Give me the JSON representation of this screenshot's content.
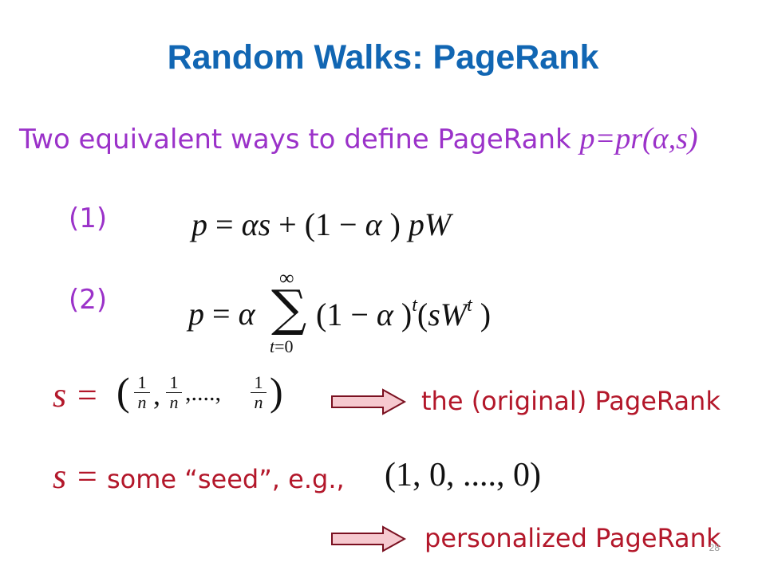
{
  "slide": {
    "title": "Random Walks: PageRank",
    "intro": {
      "text": "Two equivalent ways to define PageRank ",
      "formula": "p=pr(α,s)"
    },
    "definition_1": {
      "label": "(1)",
      "equation_parts": {
        "lhs": "p",
        "rhs_a": "= ",
        "alpha": "α",
        "s": "s",
        "rest": " + (1 − ",
        "alpha2": "α",
        "close": " ) ",
        "pW": "pW"
      }
    },
    "definition_2": {
      "label": "(2)",
      "lhs": "p = ",
      "alpha": "α",
      "sum_upper": "∞",
      "sum_lower_var": "t",
      "sum_lower_rest": "=0",
      "body_open": "(1 − ",
      "body_alpha": "α",
      "body_close": " )",
      "exp_t": "t",
      "term_open": "(",
      "term_sW": "sW",
      "term_exp": "t",
      "term_close": " )"
    },
    "case_uniform": {
      "s_label": "s =",
      "vector": {
        "open": "(",
        "num": "1",
        "den": "n",
        "dots": ",....,",
        "close": ")"
      },
      "result": "the (original) PageRank"
    },
    "case_seed": {
      "s_label": "s =",
      "text": " some “seed”, e.g.,",
      "vector": "(1, 0, ...., 0)",
      "result": "personalized PageRank"
    },
    "page_number": "28"
  },
  "colors": {
    "title": "#1166b3",
    "purple": "#9b32c9",
    "red": "#b3172a",
    "arrow_fill": "#f6c9cf",
    "arrow_stroke": "#7a1020"
  },
  "icons": {
    "arrow": "right-arrow-icon"
  }
}
